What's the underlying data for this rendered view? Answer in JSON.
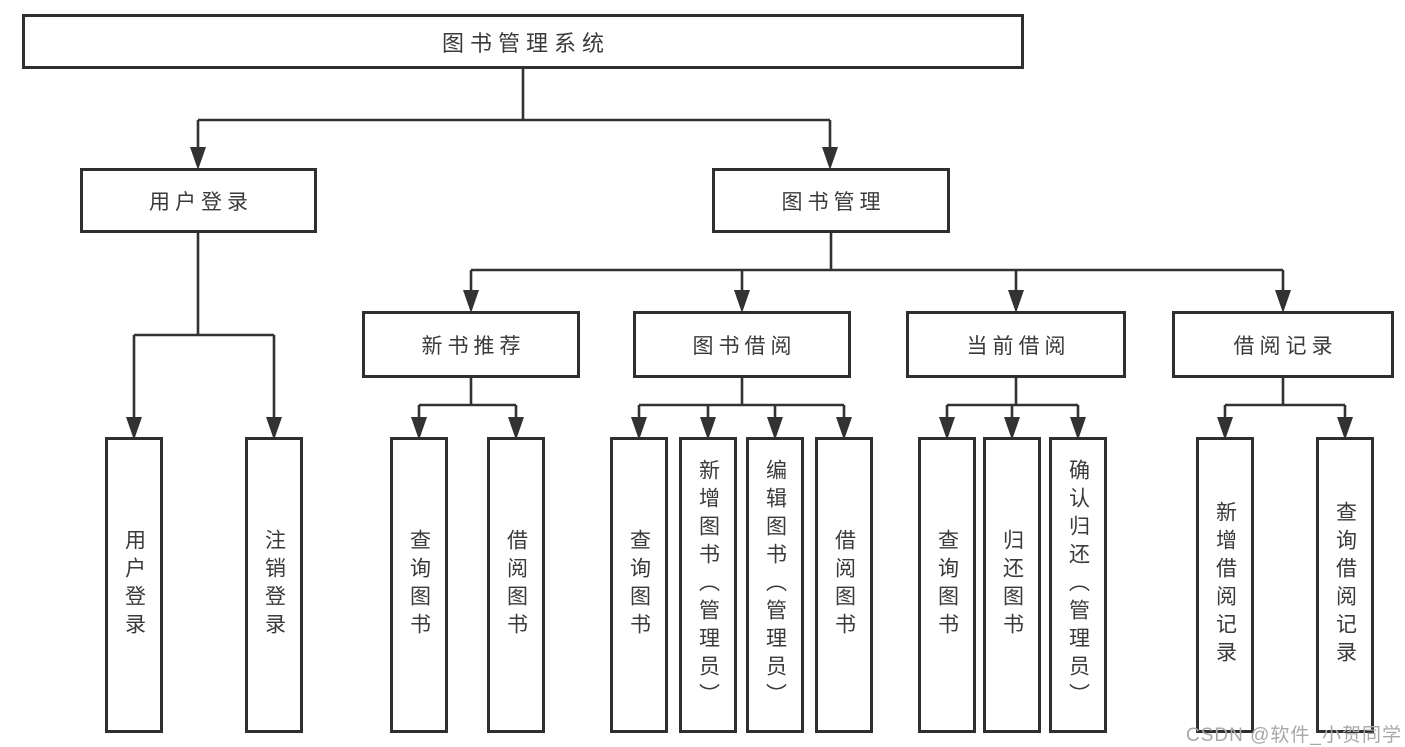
{
  "diagram": {
    "nodes": {
      "root": {
        "label": "图书管理系统"
      },
      "l2": [
        {
          "label": "用户登录"
        },
        {
          "label": "图书管理"
        }
      ],
      "l3": [
        {
          "parent": "图书管理",
          "label": "新书推荐"
        },
        {
          "parent": "图书管理",
          "label": "图书借阅"
        },
        {
          "parent": "图书管理",
          "label": "当前借阅"
        },
        {
          "parent": "图书管理",
          "label": "借阅记录"
        }
      ],
      "leaves": [
        {
          "parent": "用户登录",
          "label": "用户登录"
        },
        {
          "parent": "用户登录",
          "label": "注销登录"
        },
        {
          "parent": "新书推荐",
          "label": "查询图书"
        },
        {
          "parent": "新书推荐",
          "label": "借阅图书"
        },
        {
          "parent": "图书借阅",
          "label": "查询图书"
        },
        {
          "parent": "图书借阅",
          "label": "新增图书（管理员）"
        },
        {
          "parent": "图书借阅",
          "label": "编辑图书（管理员）"
        },
        {
          "parent": "图书借阅",
          "label": "借阅图书"
        },
        {
          "parent": "当前借阅",
          "label": "查询图书"
        },
        {
          "parent": "当前借阅",
          "label": "归还图书"
        },
        {
          "parent": "当前借阅",
          "label": "确认归还（管理员）"
        },
        {
          "parent": "借阅记录",
          "label": "新增借阅记录"
        },
        {
          "parent": "借阅记录",
          "label": "查询借阅记录"
        }
      ]
    },
    "colors": {
      "line": "#323232",
      "text": "#3a3a3a",
      "box_background": "#ffffff",
      "watermark": "#a8a8a8"
    }
  },
  "watermark": {
    "text": "CSDN @软件_小贺同学"
  }
}
